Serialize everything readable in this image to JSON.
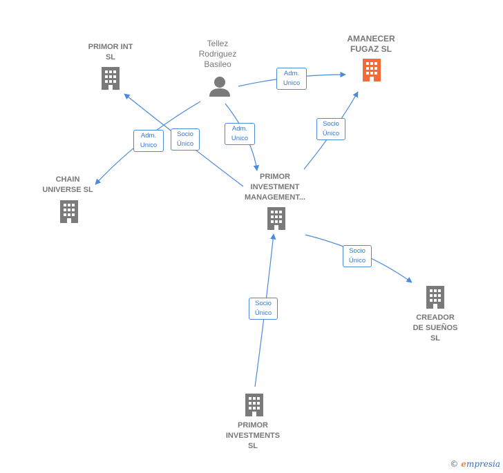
{
  "diagram": {
    "nodes": {
      "primor_int": {
        "label_lines": [
          "PRIMOR INT",
          "SL"
        ],
        "type": "company"
      },
      "tellez": {
        "label_lines": [
          "Tellez",
          "Rodriguez",
          "Basileo"
        ],
        "type": "person"
      },
      "amanecer": {
        "label_lines": [
          "AMANECER",
          "FUGAZ  SL"
        ],
        "type": "company",
        "highlight": true
      },
      "chain": {
        "label_lines": [
          "CHAIN",
          "UNIVERSE  SL"
        ],
        "type": "company"
      },
      "pim": {
        "label_lines": [
          "PRIMOR",
          "INVESTMENT",
          "MANAGEMENT..."
        ],
        "type": "company"
      },
      "creador": {
        "label_lines": [
          "CREADOR",
          "DE SUEÑOS",
          "SL"
        ],
        "type": "company"
      },
      "primor_inv": {
        "label_lines": [
          "PRIMOR",
          "INVESTMENTS",
          "SL"
        ],
        "type": "company"
      }
    },
    "edges": [
      {
        "id": "e1",
        "label_lines": [
          "Adm.",
          "Unico"
        ]
      },
      {
        "id": "e2",
        "label_lines": [
          "Adm.",
          "Unico"
        ]
      },
      {
        "id": "e3",
        "label_lines": [
          "Adm.",
          "Unico"
        ]
      },
      {
        "id": "e4",
        "label_lines": [
          "Socio",
          "Único"
        ]
      },
      {
        "id": "e5",
        "label_lines": [
          "Socio",
          "Único"
        ]
      },
      {
        "id": "e6",
        "label_lines": [
          "Socio",
          "Único"
        ]
      },
      {
        "id": "e7",
        "label_lines": [
          "Socio",
          "Único"
        ]
      }
    ],
    "colors": {
      "edge": "#4a89dc",
      "building": "#7a7a7a",
      "highlight": "#f26b3a",
      "person": "#7a7a7a"
    }
  },
  "footer": {
    "copyright": "©",
    "brand_first": "e",
    "brand_rest": "mpresia"
  }
}
